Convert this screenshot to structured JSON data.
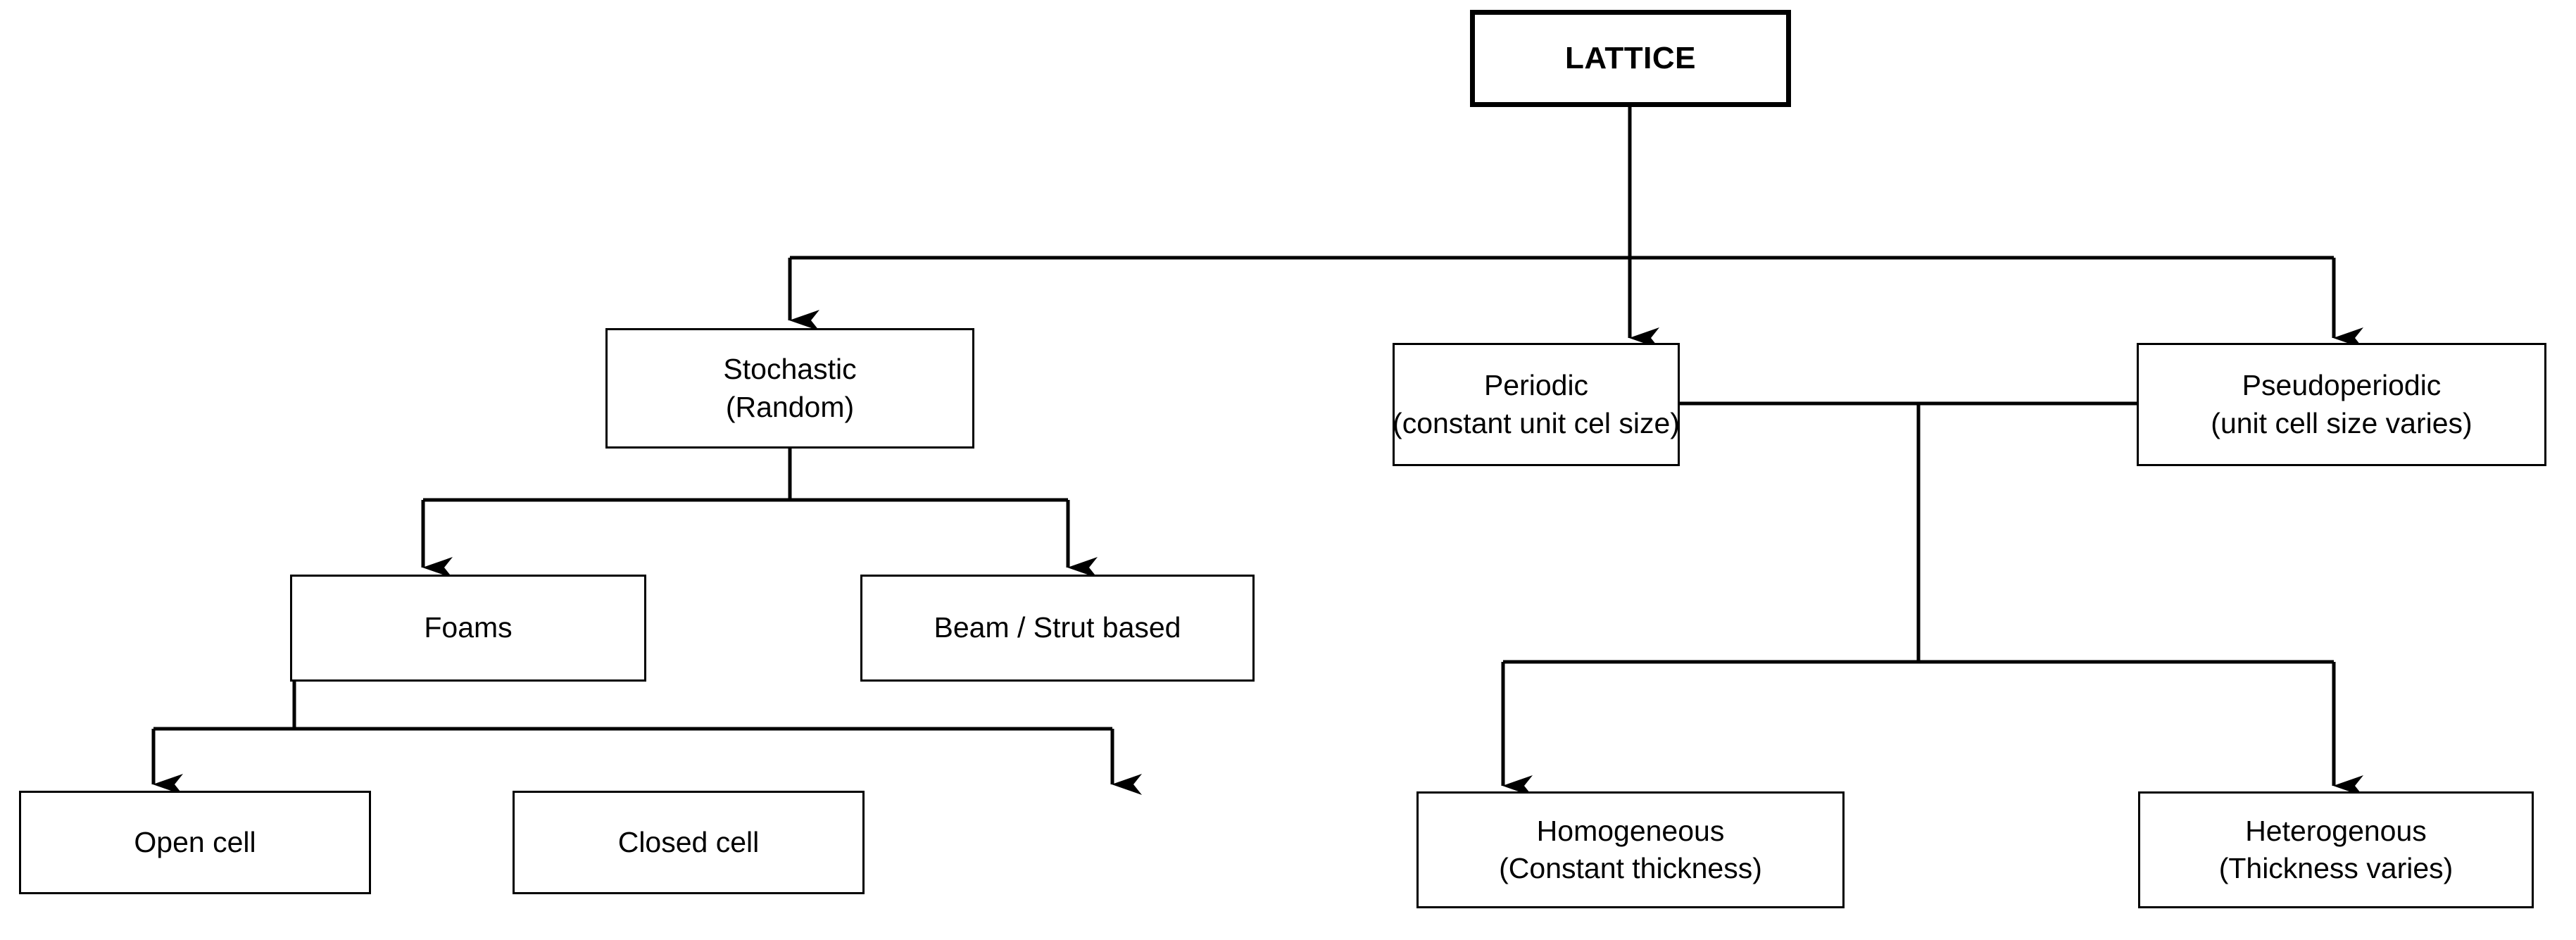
{
  "diagram": {
    "title": "Lattice classification hierarchy",
    "type": "tree-flowchart",
    "background_color": "#ffffff",
    "line_color": "#000000",
    "text_color": "#000000"
  },
  "nodes": {
    "lattice": {
      "line1": "LATTICE",
      "line2": ""
    },
    "stochastic": {
      "line1": "Stochastic",
      "line2": "(Random)"
    },
    "periodic": {
      "line1": "Periodic",
      "line2": "(constant unit cel size)"
    },
    "pseudoperiodic": {
      "line1": "Pseudoperiodic",
      "line2": "(unit cell size varies)"
    },
    "foams": {
      "line1": "Foams",
      "line2": ""
    },
    "beam_strut": {
      "line1": "Beam / Strut based",
      "line2": ""
    },
    "open_cell": {
      "line1": "Open cell",
      "line2": ""
    },
    "closed_cell": {
      "line1": "Closed cell",
      "line2": ""
    },
    "homogeneous": {
      "line1": "Homogeneous",
      "line2": "(Constant thickness)"
    },
    "heterogenous": {
      "line1": "Heterogenous",
      "line2": "(Thickness varies)"
    }
  },
  "edges": [
    {
      "from": "lattice",
      "to": "stochastic"
    },
    {
      "from": "lattice",
      "to": "periodic"
    },
    {
      "from": "lattice",
      "to": "pseudoperiodic"
    },
    {
      "from": "stochastic",
      "to": "foams"
    },
    {
      "from": "stochastic",
      "to": "beam_strut"
    },
    {
      "from": "foams",
      "to": "open_cell"
    },
    {
      "from": "foams",
      "to": "closed_cell"
    },
    {
      "from": "periodic+pseudoperiodic",
      "to": "homogeneous"
    },
    {
      "from": "periodic+pseudoperiodic",
      "to": "heterogenous"
    }
  ]
}
